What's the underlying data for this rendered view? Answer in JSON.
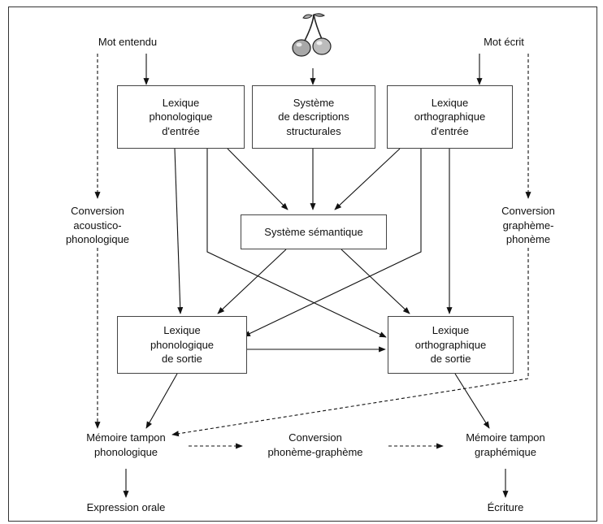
{
  "inputs": {
    "heard_word": "Mot entendu",
    "written_word": "Mot écrit",
    "picture_icon": "cherries-icon"
  },
  "boxes": {
    "input_phonological_lexicon": "Lexique\nphonologique\nd'entrée",
    "structural_descriptions": "Système\nde descriptions\nstructurales",
    "input_orthographic_lexicon": "Lexique\northographique\nd'entrée",
    "semantic_system": "Système sémantique",
    "output_phonological_lexicon": "Lexique\nphonologique\nde sortie",
    "output_orthographic_lexicon": "Lexique\northographique\nde sortie"
  },
  "routes": {
    "acoustic_phonological_conversion": "Conversion\nacoustico-\nphonologique",
    "grapheme_phoneme_conversion": "Conversion\ngraphème-\nphonème",
    "phoneme_grapheme_conversion": "Conversion\nphonème-graphème"
  },
  "buffers": {
    "phonological_buffer": "Mémoire tampon\nphonologique",
    "graphemic_buffer": "Mémoire tampon\ngraphémique"
  },
  "outputs": {
    "oral_expression": "Expression orale",
    "writing": "Écriture"
  }
}
